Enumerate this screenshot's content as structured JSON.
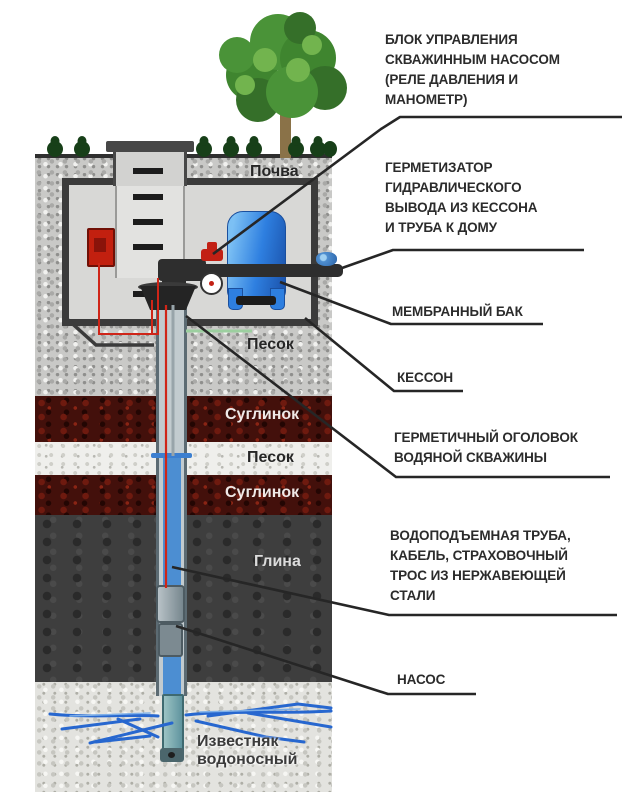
{
  "callouts": [
    {
      "id": "pump-control-unit",
      "lines": [
        "БЛОК УПРАВЛЕНИЯ",
        "СКВАЖИННЫМ НАСОСОМ",
        "(РЕЛЕ ДАВЛЕНИЯ И",
        "МАНОМЕТР)"
      ]
    },
    {
      "id": "hydraulic-outlet-seal",
      "lines": [
        "ГЕРМЕТИЗАТОР",
        "ГИДРАВЛИЧЕСКОГО",
        "ВЫВОДА ИЗ КЕССОНА",
        "И ТРУБА К ДОМУ"
      ]
    },
    {
      "id": "membrane-tank",
      "lines": [
        "МЕМБРАННЫЙ БАК"
      ]
    },
    {
      "id": "caisson",
      "lines": [
        "КЕССОН"
      ]
    },
    {
      "id": "sealed-wellhead",
      "lines": [
        "ГЕРМЕТИЧНЫЙ ОГОЛОВОК",
        "ВОДЯНОЙ СКВАЖИНЫ"
      ]
    },
    {
      "id": "riser-pipe-cable-rope",
      "lines": [
        "ВОДОПОДЪЕМНАЯ ТРУБА,",
        "КАБЕЛЬ, СТРАХОВОЧНЫЙ",
        "ТРОС ИЗ НЕРЖАВЕЮЩЕЙ",
        "СТАЛИ"
      ]
    },
    {
      "id": "pump",
      "lines": [
        "НАСОС"
      ]
    }
  ],
  "soil_labels": {
    "pochva": "Почва",
    "pesok_upper": "Песок",
    "suglinok_1": "Суглинок",
    "pesok_mid": "Песок",
    "suglinok_2": "Суглинок",
    "glina": "Глина",
    "aquifer_line1": "Известняк",
    "aquifer_line2": "водоносный"
  },
  "colors": {
    "tank_blue": "#2e7fe0",
    "water_blue": "#4c8ed2",
    "loam_maroon": "#43100b",
    "clay_dark": "#3e3e3e",
    "cable_red": "#cf2518",
    "leader_dark": "#262626"
  }
}
